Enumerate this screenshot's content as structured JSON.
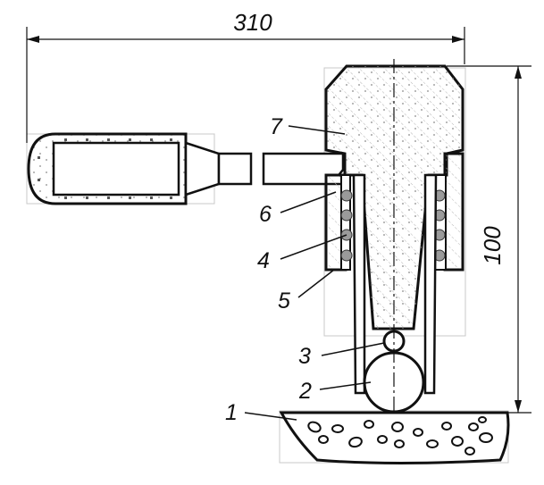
{
  "dimensions": {
    "width_label": "310",
    "height_label": "100"
  },
  "callouts": [
    {
      "id": "1",
      "text": "1"
    },
    {
      "id": "2",
      "text": "2"
    },
    {
      "id": "3",
      "text": "3"
    },
    {
      "id": "4",
      "text": "4"
    },
    {
      "id": "5",
      "text": "5"
    },
    {
      "id": "6",
      "text": "6"
    },
    {
      "id": "7",
      "text": "7"
    }
  ],
  "colors": {
    "line": "#111111",
    "hatch": "#9a9a9a",
    "ball_fill": "#9a9a9a",
    "background": "#ffffff"
  }
}
